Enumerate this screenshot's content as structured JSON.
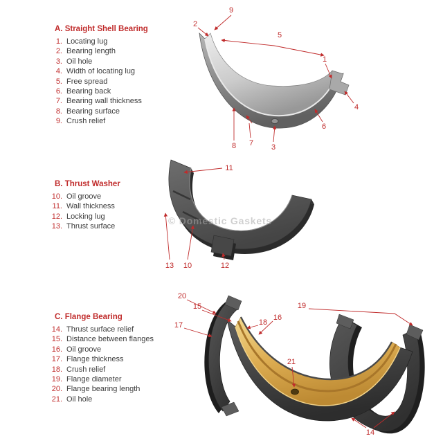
{
  "watermark": "© Domestic Gaskets",
  "accent_color": "#c02b2b",
  "sections": [
    {
      "title": "A. Straight Shell Bearing",
      "items": [
        {
          "num": "1.",
          "label": "Locating lug"
        },
        {
          "num": "2.",
          "label": "Bearing length"
        },
        {
          "num": "3.",
          "label": "Oil hole"
        },
        {
          "num": "4.",
          "label": "Width of locating lug"
        },
        {
          "num": "5.",
          "label": "Free spread"
        },
        {
          "num": "6.",
          "label": "Bearing back"
        },
        {
          "num": "7.",
          "label": "Bearing wall thickness"
        },
        {
          "num": "8.",
          "label": "Bearing surface"
        },
        {
          "num": "9.",
          "label": "Crush relief"
        }
      ]
    },
    {
      "title": "B. Thrust Washer",
      "items": [
        {
          "num": "10.",
          "label": "Oil groove"
        },
        {
          "num": "11.",
          "label": "Wall thickness"
        },
        {
          "num": "12.",
          "label": "Locking lug"
        },
        {
          "num": "13.",
          "label": "Thrust surface"
        }
      ]
    },
    {
      "title": "C. Flange Bearing",
      "items": [
        {
          "num": "14.",
          "label": "Thrust surface relief"
        },
        {
          "num": "15.",
          "label": "Distance between flanges"
        },
        {
          "num": "16.",
          "label": "Oil groove"
        },
        {
          "num": "17.",
          "label": "Flange thickness"
        },
        {
          "num": "18.",
          "label": "Crush relief"
        },
        {
          "num": "19.",
          "label": "Flange diameter"
        },
        {
          "num": "20.",
          "label": "Flange bearing length"
        },
        {
          "num": "21.",
          "label": "Oil hole"
        }
      ]
    }
  ],
  "callouts": {
    "a": [
      "9",
      "2",
      "5",
      "1",
      "4",
      "6",
      "8",
      "7",
      "3"
    ],
    "b": [
      "11",
      "13",
      "10",
      "12"
    ],
    "c": [
      "20",
      "15",
      "17",
      "19",
      "16",
      "18",
      "21",
      "14"
    ]
  }
}
